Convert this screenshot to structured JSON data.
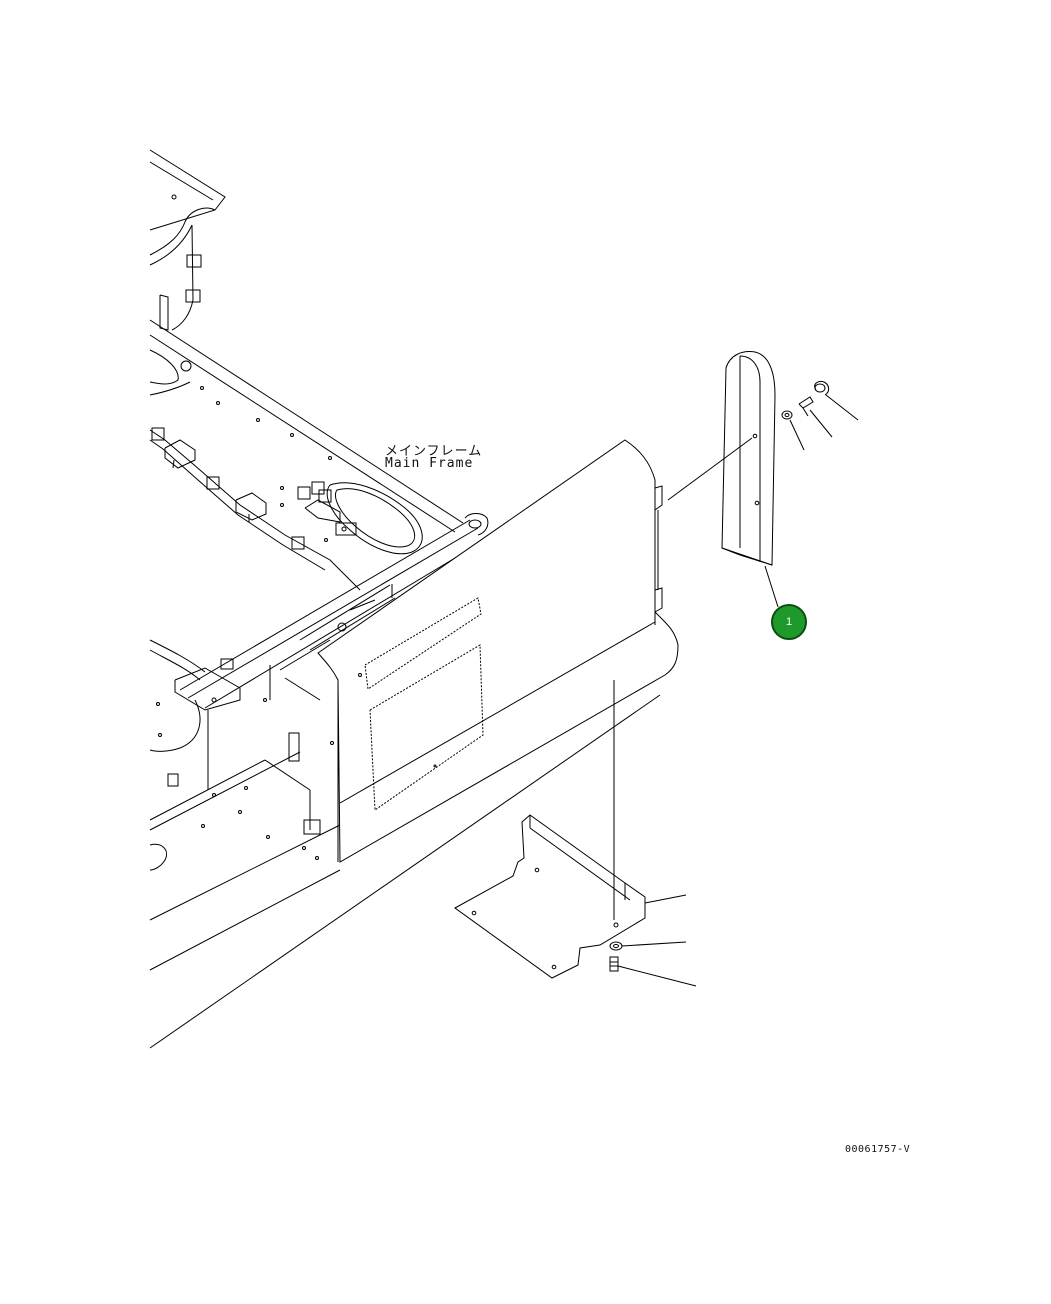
{
  "labels": {
    "main_frame_jp": "メインフレーム",
    "main_frame_en": "Main Frame"
  },
  "callouts": [
    {
      "number": "1"
    }
  ],
  "drawing_number": "00061757-V",
  "colors": {
    "line": "#000000",
    "callout_fill": "#1e9a2a",
    "callout_border": "#0b4d12",
    "background": "#ffffff"
  }
}
